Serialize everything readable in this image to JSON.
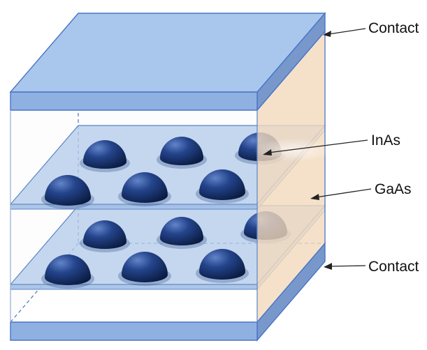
{
  "figure": {
    "description": "3D schematic of a quantum-dot semiconductor stack: two InAs quantum-dot layers embedded in GaAs between top and bottom contact layers",
    "labels": {
      "contact_top": "Contact",
      "inas": "InAs",
      "gaas": "GaAs",
      "contact_bottom": "Contact"
    }
  },
  "colors": {
    "background": "#ffffff",
    "contact_face": "#a9c7ed",
    "contact_front": "#8fb1e2",
    "contact_side": "#7898cc",
    "edge_blue": "#4a74c4",
    "gaas_face": "#f2dabd",
    "plane_fill": "#b5cce9",
    "plane_edge": "#5b84c4",
    "dot_highlight": "#6284c8",
    "dot_mid": "#24448c",
    "dot_dark": "#0a1b40",
    "label_text": "#111111",
    "leader_line": "#222222"
  }
}
